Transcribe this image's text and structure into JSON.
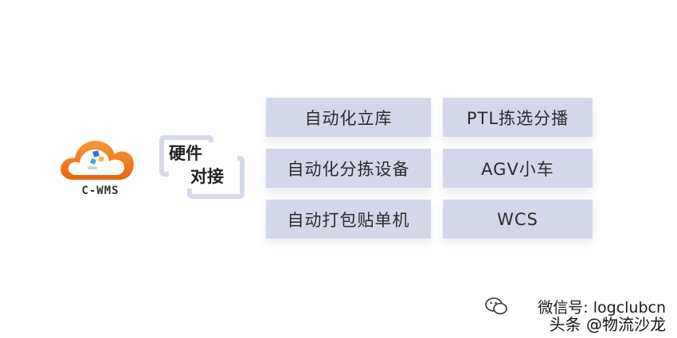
{
  "logo": {
    "text": "C-WMS"
  },
  "hardware_label": {
    "line1": "硬件",
    "line2": "对接"
  },
  "left_column": [
    "自动化立库",
    "自动化分拣设备",
    "自动打包贴单机"
  ],
  "right_column": [
    "PTL拣选分播",
    "AGV小车",
    "WCS"
  ],
  "watermark": {
    "line1": "微信号: logclubcn",
    "line2": "头条 @物流沙龙"
  },
  "colors": {
    "card_fill": "#d4d7ea",
    "frame": "#d6d9e9",
    "cloud_orange": "#f07a1e"
  }
}
